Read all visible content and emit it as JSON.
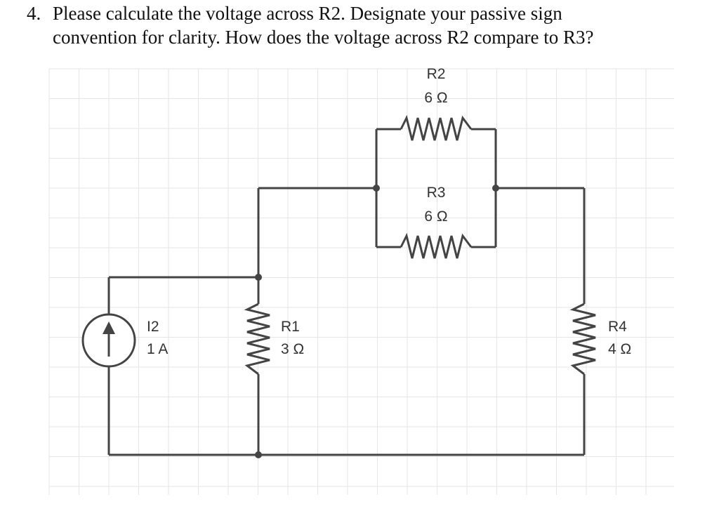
{
  "question": {
    "number": "4.",
    "line1": "Please calculate the voltage across R2. Designate your passive sign",
    "line2": "convention for clarity. How does the voltage across R2 compare to R3?"
  },
  "components": {
    "i2": {
      "name": "I2",
      "value": "1 A"
    },
    "r1": {
      "name": "R1",
      "value": "3 Ω"
    },
    "r2": {
      "name": "R2",
      "value": "6 Ω"
    },
    "r3": {
      "name": "R3",
      "value": "6 Ω"
    },
    "r4": {
      "name": "R4",
      "value": "4 Ω"
    }
  },
  "colors": {
    "wire": "#444444",
    "grid": "#e6e6e6",
    "text": "#111111"
  }
}
